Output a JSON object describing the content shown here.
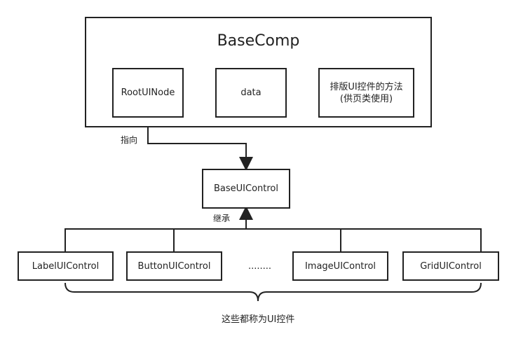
{
  "diagram": {
    "base_comp": {
      "title": "BaseComp",
      "children": [
        {
          "label": "RootUINode"
        },
        {
          "label": "data"
        },
        {
          "label_line1": "排版UI控件的方法",
          "label_line2": "(供页类使用)"
        }
      ]
    },
    "base_ui_control": {
      "label": "BaseUIControl"
    },
    "edge_labels": {
      "points_to": "指向",
      "inherits": "继承"
    },
    "controls": [
      {
        "label": "LabelUIControl"
      },
      {
        "label": "ButtonUIControl"
      },
      {
        "label": "ImageUIControl"
      },
      {
        "label": "GridUIControl"
      }
    ],
    "ellipsis": "........",
    "brace_caption": "这些都称为UI控件"
  }
}
